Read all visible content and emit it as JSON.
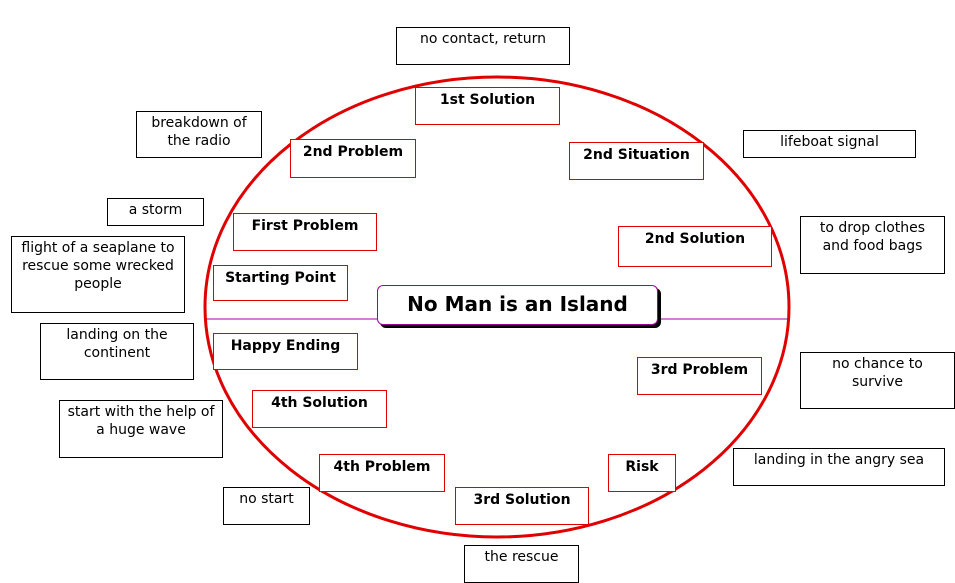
{
  "title": "No Man is an Island",
  "colors": {
    "ellipse": "#e00000",
    "axis": "#a000a0",
    "stage_border": "#e00000",
    "note_border": "#000000"
  },
  "stages": {
    "first_solution": "1st Solution",
    "second_problem": "2nd Problem",
    "second_situation": "2nd Situation",
    "first_problem": "First Problem",
    "second_solution": "2nd Solution",
    "starting_point": "Starting Point",
    "happy_ending": "Happy Ending",
    "third_problem": "3rd Problem",
    "fourth_solution": "4th Solution",
    "fourth_problem": "4th Problem",
    "risk": "Risk",
    "third_solution": "3rd Solution"
  },
  "notes": {
    "no_contact": "no contact, return",
    "breakdown": "breakdown of the radio",
    "lifeboat": "lifeboat signal",
    "storm": "a storm",
    "drop_clothes": "to drop clothes and food bags",
    "seaplane": "flight of a seaplane to rescue some wrecked people",
    "landing_continent": "landing on the continent",
    "no_chance": "no chance to survive",
    "huge_wave": "start with the help of a huge wave",
    "angry_sea": "landing in the angry sea",
    "no_start": "no start",
    "rescue": "the rescue"
  }
}
